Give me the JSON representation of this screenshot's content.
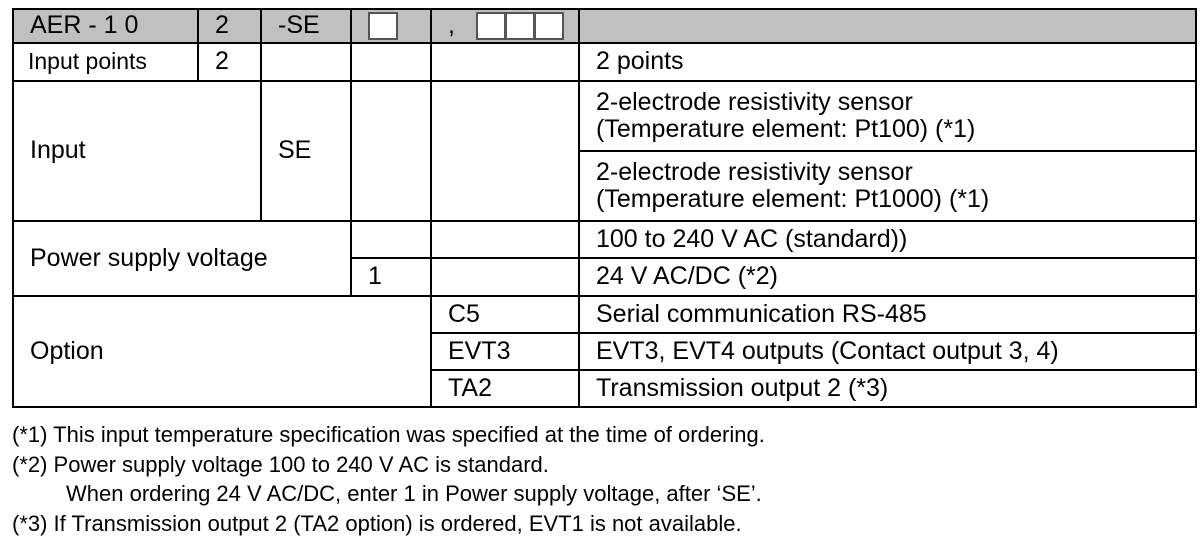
{
  "header": {
    "model": "AER - 1 0",
    "points": "2",
    "input": "-SE",
    "comma": ","
  },
  "rows": {
    "input_points": {
      "label": "Input points",
      "code": "2",
      "desc": "2 points"
    },
    "input": {
      "label": "Input",
      "code": "SE",
      "desc1a": "2-electrode resistivity sensor",
      "desc1b": "(Temperature element: Pt100) (*1)",
      "desc2a": "2-electrode resistivity sensor",
      "desc2b": "(Temperature element: Pt1000) (*1)"
    },
    "power": {
      "label": "Power supply voltage",
      "desc1": "100 to 240 V AC (standard))",
      "code2": "1",
      "desc2": "24 V AC/DC (*2)"
    },
    "option": {
      "label": "Option",
      "items": [
        {
          "code": "C5",
          "desc": "Serial communication RS-485"
        },
        {
          "code": "EVT3",
          "desc": "EVT3, EVT4 outputs (Contact output 3, 4)"
        },
        {
          "code": "TA2",
          "desc": "Transmission output 2 (*3)"
        }
      ]
    }
  },
  "notes": [
    "(*1) This input temperature specification was specified at the time of ordering.",
    "(*2) Power supply voltage 100 to 240 V AC is standard.",
    "When ordering 24 V AC/DC, enter 1 in Power supply voltage, after ‘SE’.",
    "(*3) If Transmission output 2 (TA2 option) is ordered, EVT1 is not available."
  ]
}
